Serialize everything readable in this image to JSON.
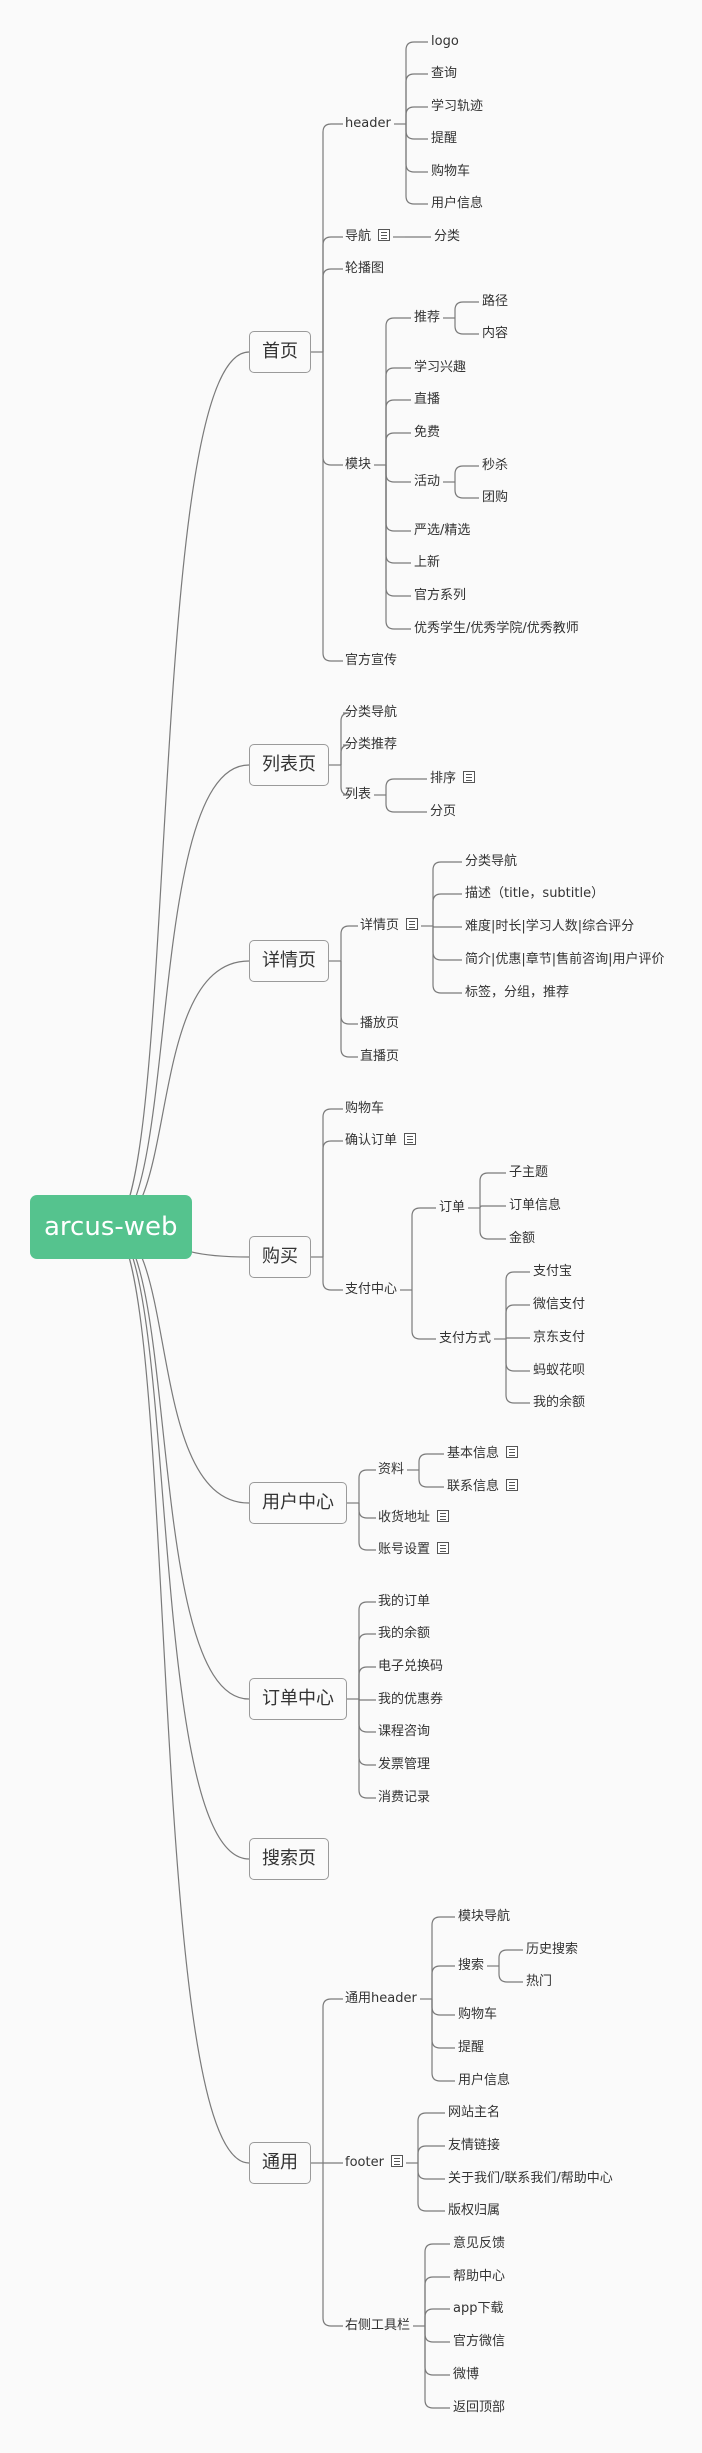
{
  "root": "arcus-web",
  "line_color": "#7a7a7a",
  "root_color": "#55c38e",
  "sections": [
    {
      "label": "首页",
      "children": [
        {
          "label": "header",
          "children": [
            {
              "label": "logo"
            },
            {
              "label": "查询"
            },
            {
              "label": "学习轨迹"
            },
            {
              "label": "提醒"
            },
            {
              "label": "购物车"
            },
            {
              "label": "用户信息"
            }
          ]
        },
        {
          "label": "导航",
          "note": true,
          "children": [
            {
              "label": "分类"
            }
          ]
        },
        {
          "label": "轮播图"
        },
        {
          "label": "模块",
          "children": [
            {
              "label": "推荐",
              "children": [
                {
                  "label": "路径"
                },
                {
                  "label": "内容"
                }
              ]
            },
            {
              "label": "学习兴趣"
            },
            {
              "label": "直播"
            },
            {
              "label": "免费"
            },
            {
              "label": "活动",
              "children": [
                {
                  "label": "秒杀"
                },
                {
                  "label": "团购"
                }
              ]
            },
            {
              "label": "严选/精选"
            },
            {
              "label": "上新"
            },
            {
              "label": "官方系列"
            },
            {
              "label": "优秀学生/优秀学院/优秀教师"
            }
          ]
        },
        {
          "label": "官方宣传"
        }
      ]
    },
    {
      "label": "列表页",
      "children": [
        {
          "label": "分类导航"
        },
        {
          "label": "分类推荐"
        },
        {
          "label": "列表",
          "children": [
            {
              "label": "排序",
              "note": true
            },
            {
              "label": "分页"
            }
          ]
        }
      ]
    },
    {
      "label": "详情页",
      "children": [
        {
          "label": "详情页",
          "note": true,
          "children": [
            {
              "label": "分类导航"
            },
            {
              "label": "描述（title，subtitle）"
            },
            {
              "label": "难度|时长|学习人数|综合评分"
            },
            {
              "label": "简介|优惠|章节|售前咨询|用户评价"
            },
            {
              "label": "标签，分组，推荐"
            }
          ]
        },
        {
          "label": "播放页"
        },
        {
          "label": "直播页"
        }
      ]
    },
    {
      "label": "购买",
      "children": [
        {
          "label": "购物车"
        },
        {
          "label": "确认订单",
          "note": true
        },
        {
          "label": "支付中心",
          "children": [
            {
              "label": "订单",
              "children": [
                {
                  "label": "子主题"
                },
                {
                  "label": "订单信息"
                },
                {
                  "label": "金额"
                }
              ]
            },
            {
              "label": "支付方式",
              "children": [
                {
                  "label": "支付宝"
                },
                {
                  "label": "微信支付"
                },
                {
                  "label": "京东支付"
                },
                {
                  "label": "蚂蚁花呗"
                },
                {
                  "label": "我的余额"
                }
              ]
            }
          ]
        }
      ]
    },
    {
      "label": "用户中心",
      "children": [
        {
          "label": "资料",
          "children": [
            {
              "label": "基本信息",
              "note": true
            },
            {
              "label": "联系信息",
              "note": true
            }
          ]
        },
        {
          "label": "收货地址",
          "note": true
        },
        {
          "label": "账号设置",
          "note": true
        }
      ]
    },
    {
      "label": "订单中心",
      "children": [
        {
          "label": "我的订单"
        },
        {
          "label": "我的余额"
        },
        {
          "label": "电子兑换码"
        },
        {
          "label": "我的优惠券"
        },
        {
          "label": "课程咨询"
        },
        {
          "label": "发票管理"
        },
        {
          "label": "消费记录"
        }
      ]
    },
    {
      "label": "搜索页"
    },
    {
      "label": "通用",
      "children": [
        {
          "label": "通用header",
          "children": [
            {
              "label": "模块导航"
            },
            {
              "label": "搜索",
              "children": [
                {
                  "label": "历史搜索"
                },
                {
                  "label": "热门"
                }
              ]
            },
            {
              "label": "购物车"
            },
            {
              "label": "提醒"
            },
            {
              "label": "用户信息"
            }
          ]
        },
        {
          "label": "footer",
          "note": true,
          "children": [
            {
              "label": "网站主名"
            },
            {
              "label": "友情链接"
            },
            {
              "label": "关于我们/联系我们/帮助中心"
            },
            {
              "label": "版权归属"
            }
          ]
        },
        {
          "label": "右侧工具栏",
          "children": [
            {
              "label": "意见反馈"
            },
            {
              "label": "帮助中心"
            },
            {
              "label": "app下载"
            },
            {
              "label": "官方微信"
            },
            {
              "label": "微博"
            },
            {
              "label": "返回顶部"
            }
          ]
        }
      ]
    }
  ]
}
